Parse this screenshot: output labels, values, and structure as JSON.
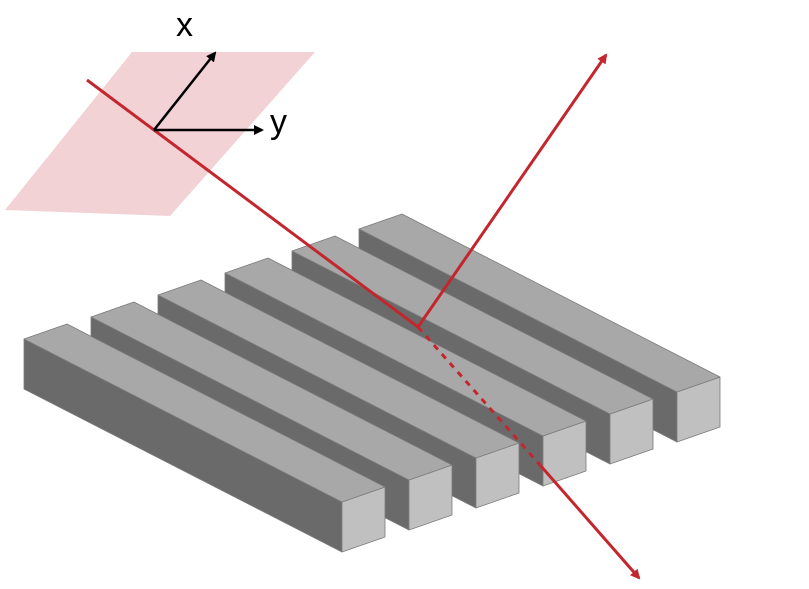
{
  "diagram": {
    "axes": {
      "x_label": "x",
      "y_label": "y"
    },
    "grating": {
      "bar_count": 6
    },
    "colors": {
      "background": "#ffffff",
      "polarizer_plane": "#f2d2d4",
      "beam": "#c4262e",
      "axis_arrows": "#000000",
      "bar_top": "#a8a8a8",
      "bar_left": "#6a6a6a",
      "bar_end": "#c0c0c0",
      "bar_edge": "#7c7c7c"
    }
  }
}
